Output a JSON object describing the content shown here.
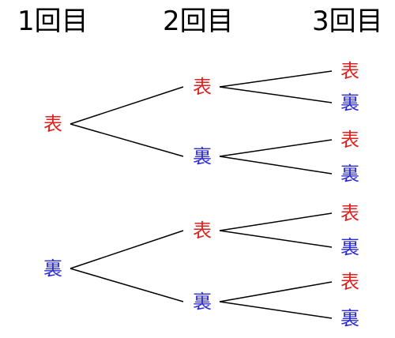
{
  "headers": {
    "round1": "1回目",
    "round2": "2回目",
    "round3": "3回目"
  },
  "labels": {
    "heads": "表",
    "tails": "裏"
  },
  "colors": {
    "heads": "#e0201e",
    "tails": "#2a2ad0",
    "line": "#000000",
    "header": "#000000"
  },
  "tree": [
    {
      "label": "表",
      "children": [
        {
          "label": "表",
          "children": [
            {
              "label": "表"
            },
            {
              "label": "裏"
            }
          ]
        },
        {
          "label": "裏",
          "children": [
            {
              "label": "表"
            },
            {
              "label": "裏"
            }
          ]
        }
      ]
    },
    {
      "label": "裏",
      "children": [
        {
          "label": "表",
          "children": [
            {
              "label": "表"
            },
            {
              "label": "裏"
            }
          ]
        },
        {
          "label": "裏",
          "children": [
            {
              "label": "表"
            },
            {
              "label": "裏"
            }
          ]
        }
      ]
    }
  ]
}
